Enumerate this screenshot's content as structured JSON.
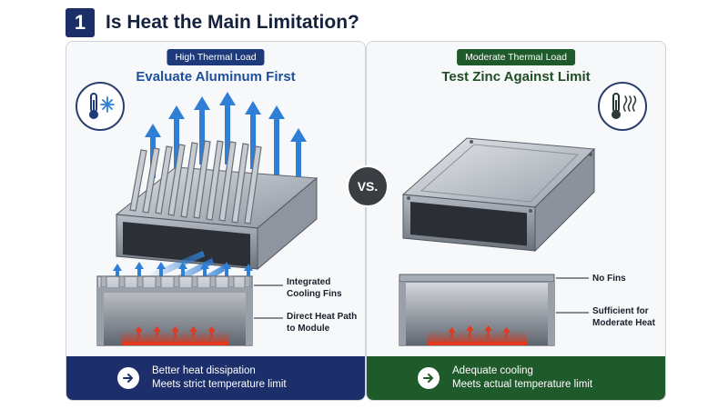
{
  "header": {
    "number": "1",
    "title": "Is Heat the Main Limitation?"
  },
  "left": {
    "pill": "High Thermal Load",
    "title": "Evaluate Aluminum First",
    "icon": "thermometer-snowflake-icon",
    "callout_top": [
      "Integrated",
      "Cooling Fins"
    ],
    "callout_bottom": [
      "Direct Heat Path",
      "to Module"
    ],
    "banner": [
      "Better heat dissipation",
      "Meets strict temperature limit"
    ]
  },
  "right": {
    "pill": "Moderate Thermal Load",
    "title": "Test Zinc Against Limit",
    "icon": "thermometer-heat-icon",
    "callout_top": [
      "No Fins"
    ],
    "callout_bottom": [
      "Sufficient for",
      "Moderate Heat"
    ],
    "banner": [
      "Adequate cooling",
      "Meets actual temperature limit"
    ]
  },
  "vs_label": "VS.",
  "colors": {
    "navy": "#1c2f6a",
    "green": "#1f5a2a",
    "airflow": "#2f7fd6",
    "heat": "#e23a1e"
  }
}
